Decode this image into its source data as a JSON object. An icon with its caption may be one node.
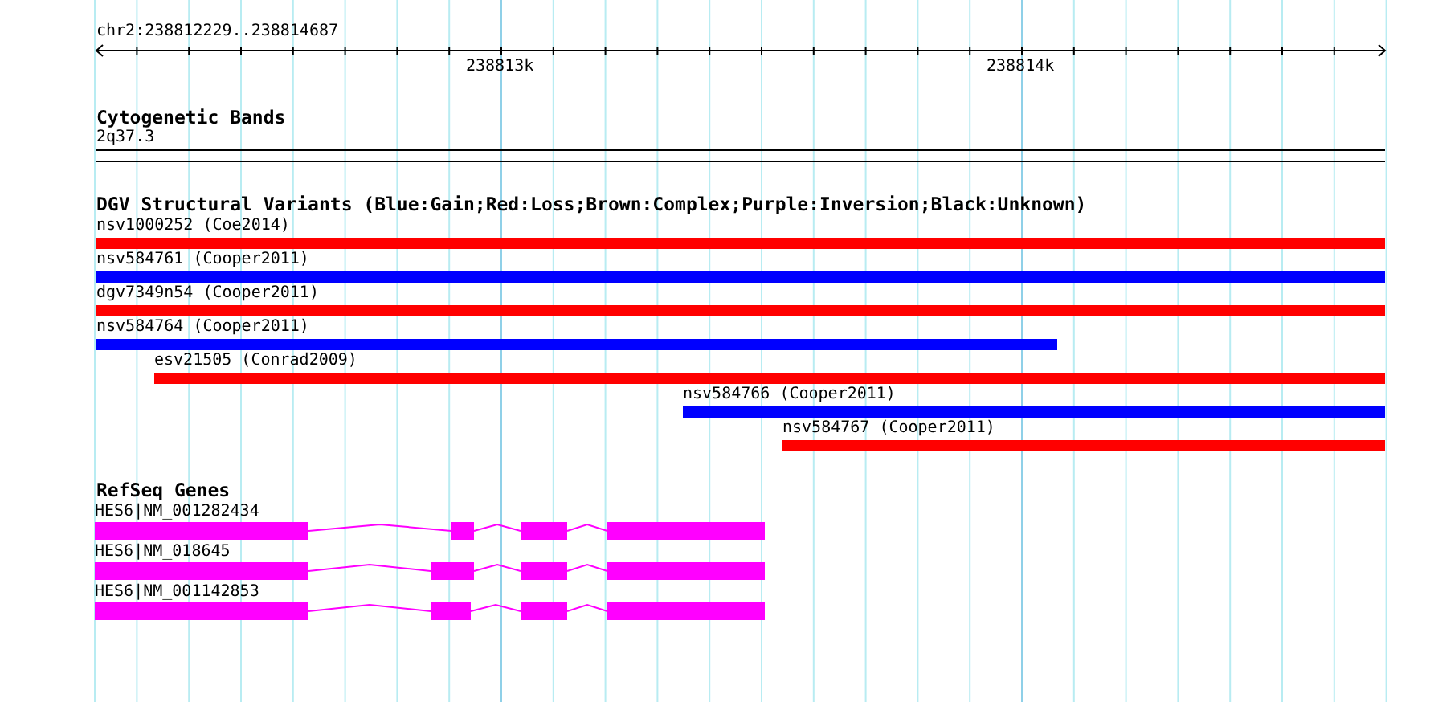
{
  "diagram": {
    "nodes": [
      {
        "text": [
          "nsv1000252 (Coe2014)"
        ]
      },
      {
        "text": [
          "nsv584761 (Cooper2011)"
        ]
      },
      {
        "text": [
          "dgv7349n54 (Cooper2011)"
        ]
      },
      {
        "text": [
          "nsv584764 (Cooper2011)"
        ]
      },
      {
        "text": [
          "esv21505 (Conrad2009)"
        ]
      },
      {
        "text": [
          "nsv584766 (Cooper2011)"
        ]
      },
      {
        "text": [
          "nsv584767 (Cooper2011)"
        ]
      },
      {
        "text": [
          "HES6|NM_001282434"
        ]
      },
      {
        "text": [
          "HES6|NM_018645"
        ]
      },
      {
        "text": [
          "HES6|NM_001142853"
        ]
      }
    ],
    "edges": [],
    "labels": [
      "chr2:238812229..238814687",
      "238813k",
      "238814k",
      "Cytogenetic Bands",
      "2q37.3",
      "DGV Structural Variants (Blue:Gain;Red:Loss;Brown:Complex;Purple:Inversion;Black:Unknown)",
      "RefSeq Genes"
    ]
  }
}
